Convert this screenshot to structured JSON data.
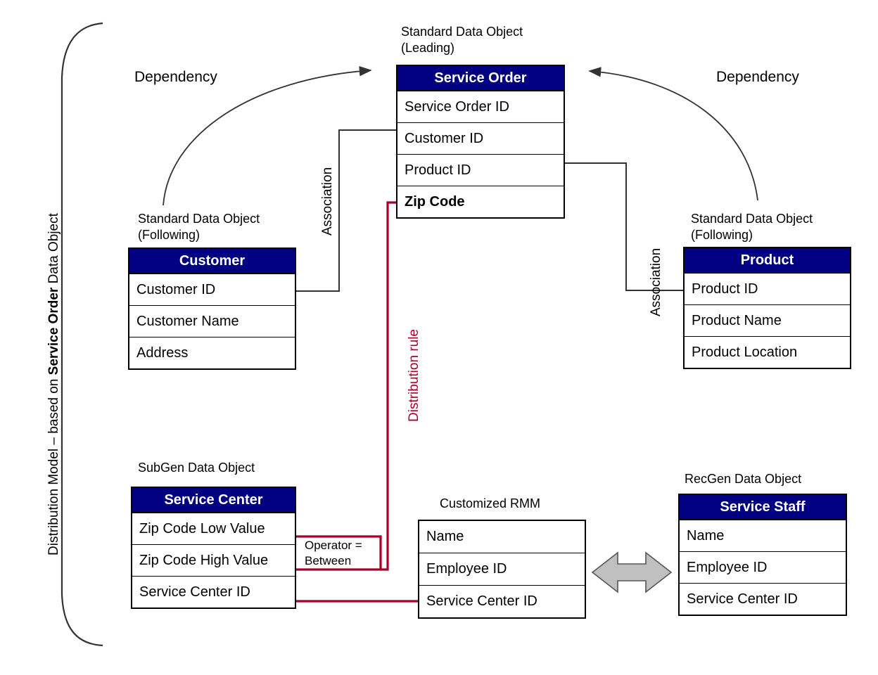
{
  "diagram": {
    "side_title_pre": "Distribution Model – based on ",
    "side_title_bold": "Service Order",
    "side_title_post": " Data Object",
    "colors": {
      "header_navy": "#000080",
      "distribution_red": "#A8002A",
      "connector_black": "#333333",
      "arrow_gray": "#C0C0C0"
    }
  },
  "labels": {
    "dependency_left": "Dependency",
    "dependency_right": "Dependency",
    "association_left": "Association",
    "association_right": "Association",
    "distribution_rule": "Distribution rule",
    "operator": "Operator =\nBetween"
  },
  "captions": {
    "service_order": "Standard Data Object\n(Leading)",
    "customer": "Standard Data Object\n(Following)",
    "product": "Standard Data Object\n(Following)",
    "service_center": "SubGen Data Object",
    "customized_rmm": "Customized RMM",
    "service_staff": "RecGen Data Object"
  },
  "entities": {
    "service_order": {
      "title": "Service Order",
      "rows": [
        {
          "label": "Service Order ID",
          "bold": false
        },
        {
          "label": "Customer ID",
          "bold": false
        },
        {
          "label": "Product ID",
          "bold": false
        },
        {
          "label": "Zip Code",
          "bold": true
        }
      ]
    },
    "customer": {
      "title": "Customer",
      "rows": [
        {
          "label": "Customer ID",
          "bold": false
        },
        {
          "label": "Customer Name",
          "bold": false
        },
        {
          "label": "Address",
          "bold": false
        }
      ]
    },
    "product": {
      "title": "Product",
      "rows": [
        {
          "label": "Product ID",
          "bold": false
        },
        {
          "label": "Product Name",
          "bold": false
        },
        {
          "label": "Product Location",
          "bold": false
        }
      ]
    },
    "service_center": {
      "title": "Service Center",
      "rows": [
        {
          "label": "Zip Code Low Value",
          "bold": false
        },
        {
          "label": "Zip Code High Value",
          "bold": false
        },
        {
          "label": "Service Center ID",
          "bold": false
        }
      ]
    },
    "customized_rmm": {
      "title": "",
      "rows": [
        {
          "label": "Name",
          "bold": false
        },
        {
          "label": "Employee ID",
          "bold": false
        },
        {
          "label": "Service Center ID",
          "bold": false
        }
      ]
    },
    "service_staff": {
      "title": "Service Staff",
      "rows": [
        {
          "label": "Name",
          "bold": false
        },
        {
          "label": "Employee ID",
          "bold": false
        },
        {
          "label": "Service Center ID",
          "bold": false
        }
      ]
    }
  }
}
